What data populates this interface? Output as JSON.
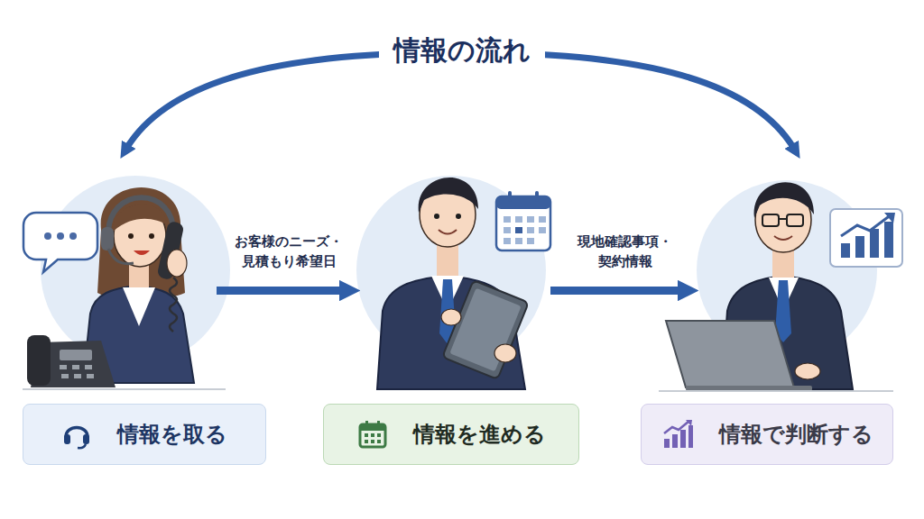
{
  "diagram": {
    "title": "情報の流れ",
    "nodes": [
      {
        "text": [
          "情報を取る"
        ]
      },
      {
        "text": [
          "情報を進める"
        ]
      },
      {
        "text": [
          "情報で判断する"
        ]
      }
    ],
    "edges": [
      {
        "from": 0,
        "to": 1,
        "label": "お客様のニーズ・ 見積もり希望日",
        "arrow": "to"
      },
      {
        "from": 1,
        "to": 2,
        "label": "現地確認事項・ 契約情報",
        "arrow": "to"
      },
      {
        "from": 0,
        "to": 2,
        "arrow": "both"
      }
    ]
  }
}
